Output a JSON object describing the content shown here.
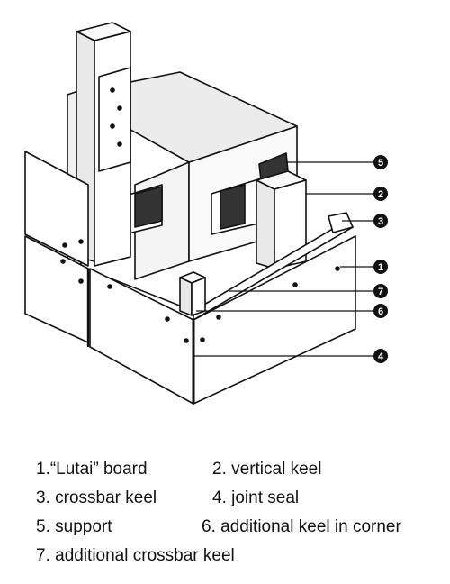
{
  "callouts": [
    {
      "number": "5"
    },
    {
      "number": "2"
    },
    {
      "number": "3"
    },
    {
      "number": "1"
    },
    {
      "number": "7"
    },
    {
      "number": "6"
    },
    {
      "number": "4"
    }
  ],
  "legend": [
    {
      "text": "1.“Lutai” board"
    },
    {
      "text": "2. vertical keel"
    },
    {
      "text": "3. crossbar keel"
    },
    {
      "text": "4. joint seal"
    },
    {
      "text": "5. support"
    },
    {
      "text": "6. additional keel in corner"
    },
    {
      "text": "7. additional crossbar keel"
    }
  ]
}
